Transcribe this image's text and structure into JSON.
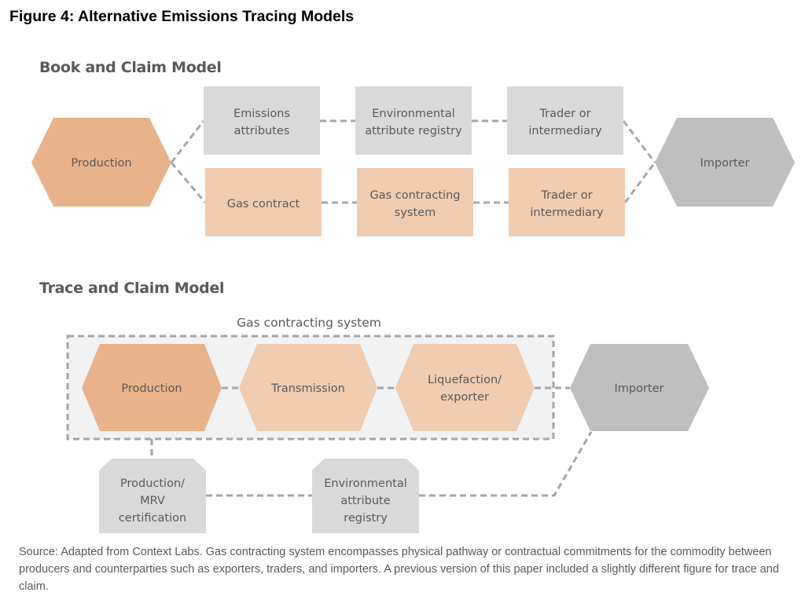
{
  "figure_title": "Figure 4: Alternative Emissions Tracing Models",
  "book_and_claim": {
    "title": "Book and Claim Model",
    "production": "Production",
    "importer": "Importer",
    "attribute_row": [
      [
        "Emissions",
        "attributes"
      ],
      [
        "Environmental",
        "attribute registry"
      ],
      [
        "Trader or",
        "intermediary"
      ]
    ],
    "contract_row": [
      [
        "Gas contract"
      ],
      [
        "Gas contracting",
        "system"
      ],
      [
        "Trader or",
        "intermediary"
      ]
    ]
  },
  "trace_and_claim": {
    "title": "Trace and Claim Model",
    "group_label": "Gas contracting system",
    "chain": [
      [
        "Production"
      ],
      [
        "Transmission"
      ],
      [
        "Liquefaction/",
        "exporter"
      ]
    ],
    "importer": "Importer",
    "certifications": [
      [
        "Production/",
        "MRV",
        "certification"
      ],
      [
        "Environmental",
        "attribute",
        "registry"
      ]
    ]
  },
  "source_note": "Source: Adapted from Context Labs. Gas contracting system encompasses physical pathway or contractual commitments for the commodity between producers and counterparties such as exporters, traders, and importers. A previous version of this paper included a slightly different figure for trace and claim.",
  "colors": {
    "production_orange": "#e8b38a",
    "light_orange": "#f0ccb0",
    "light_gray": "#d9d9d9",
    "importer_gray": "#bfbfbf",
    "group_fill": "#f2f2f2",
    "connector": "#a6a6a6",
    "text": "#595959"
  }
}
